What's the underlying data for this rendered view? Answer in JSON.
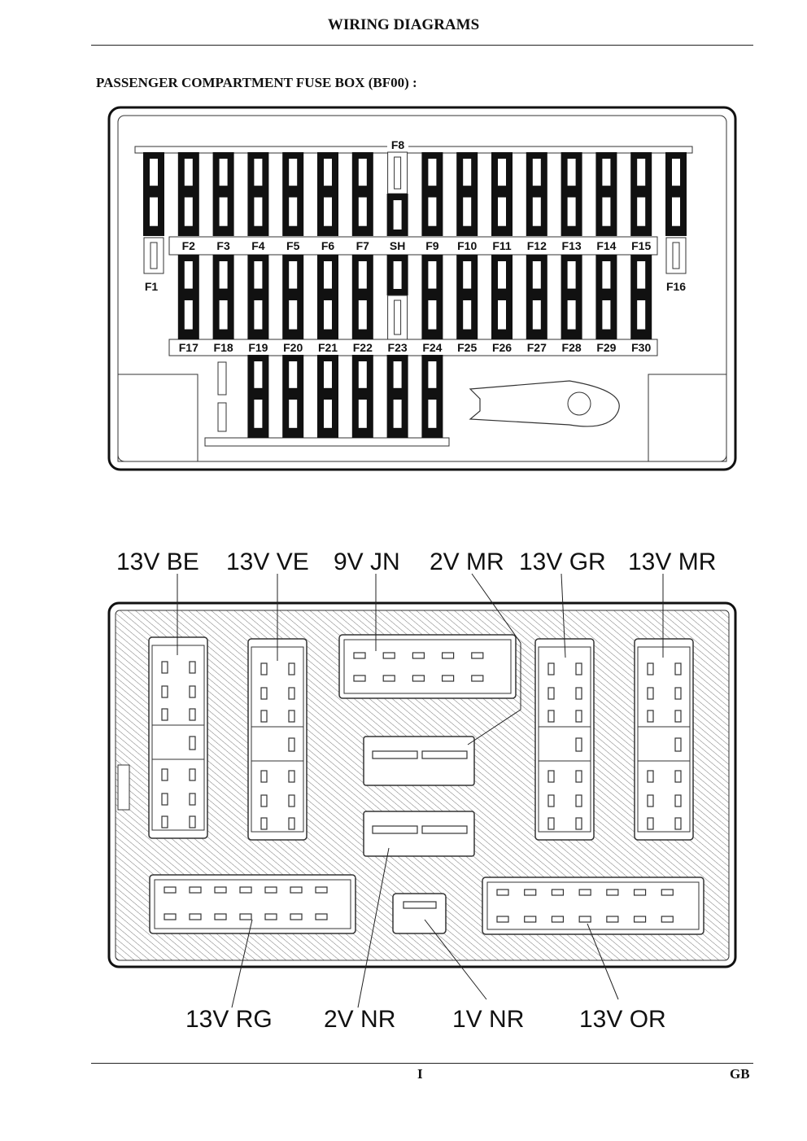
{
  "header": {
    "title": "WIRING DIAGRAMS"
  },
  "section": {
    "title": "PASSENGER COMPARTMENT FUSE BOX (BF00) :"
  },
  "fusebox": {
    "top_label": "F8",
    "side_labels": [
      "F1",
      "F16"
    ],
    "row1_labels": [
      "F2",
      "F3",
      "F4",
      "F5",
      "F6",
      "F7",
      "SH",
      "F9",
      "F10",
      "F11",
      "F12",
      "F13",
      "F14",
      "F15"
    ],
    "row2_labels": [
      "F17",
      "F18",
      "F19",
      "F20",
      "F21",
      "F22",
      "F23",
      "F24",
      "F25",
      "F26",
      "F27",
      "F28",
      "F29",
      "F30"
    ]
  },
  "connectors": {
    "top_labels": [
      "13V BE",
      "13V VE",
      "9V JN",
      "2V MR",
      "13V GR",
      "13V MR"
    ],
    "bottom_labels": [
      "13V RG",
      "2V NR",
      "1V NR",
      "13V OR"
    ]
  },
  "footer": {
    "page": "I",
    "lang": "GB"
  }
}
